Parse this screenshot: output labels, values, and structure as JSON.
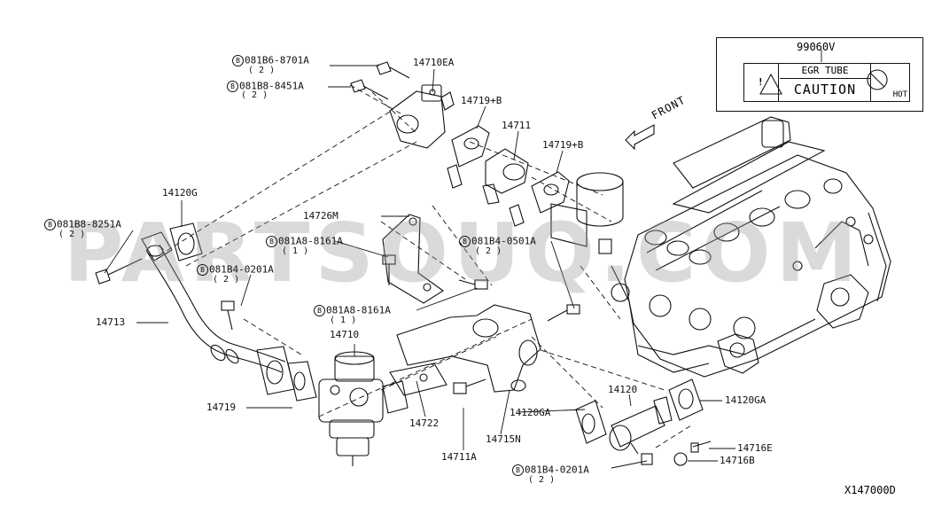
{
  "callouts": {
    "c14710EA": "14710EA",
    "c14719B_top": "14719+B",
    "c14711": "14711",
    "c14719B_right": "14719+B",
    "c14120G": "14120G",
    "c14726M": "14726M",
    "c14713": "14713",
    "c14710": "14710",
    "c14719": "14719",
    "c14722": "14722",
    "c14711A": "14711A",
    "c14120GA_bottom": "14120GA",
    "c14715N": "14715N",
    "c14120": "14120",
    "c14120GA_right": "14120GA",
    "c14716E": "14716E",
    "c14716B": "14716B"
  },
  "bolt_symbol": "B",
  "bolts": {
    "b1": {
      "part": "081B6-8701A",
      "qty": "( 2 )"
    },
    "b2": {
      "part": "081B8-8451A",
      "qty": "( 2 )"
    },
    "b3": {
      "part": "081B8-8251A",
      "qty": "( 2 )"
    },
    "b4": {
      "part": "081A8-8161A",
      "qty": "( 1 )"
    },
    "b5": {
      "part": "081B4-0501A",
      "qty": "( 2 )"
    },
    "b6": {
      "part": "081B4-0201A",
      "qty": "( 2 )"
    },
    "b7": {
      "part": "081A8-8161A",
      "qty": "( 1 )"
    },
    "b8": {
      "part": "081B4-0201A",
      "qty": "( 2 )"
    }
  },
  "caution_label": {
    "part_number": "99060V",
    "line1": "EGR TUBE",
    "line2": "CAUTION",
    "hot": "HOT",
    "triangle_mark": "!"
  },
  "front_arrow_label": "FRONT",
  "watermark": "PARTSOUQ.COM",
  "diagram_id": "X147000D",
  "colors": {
    "line": "#111111",
    "watermark": "#9a9a9a"
  }
}
